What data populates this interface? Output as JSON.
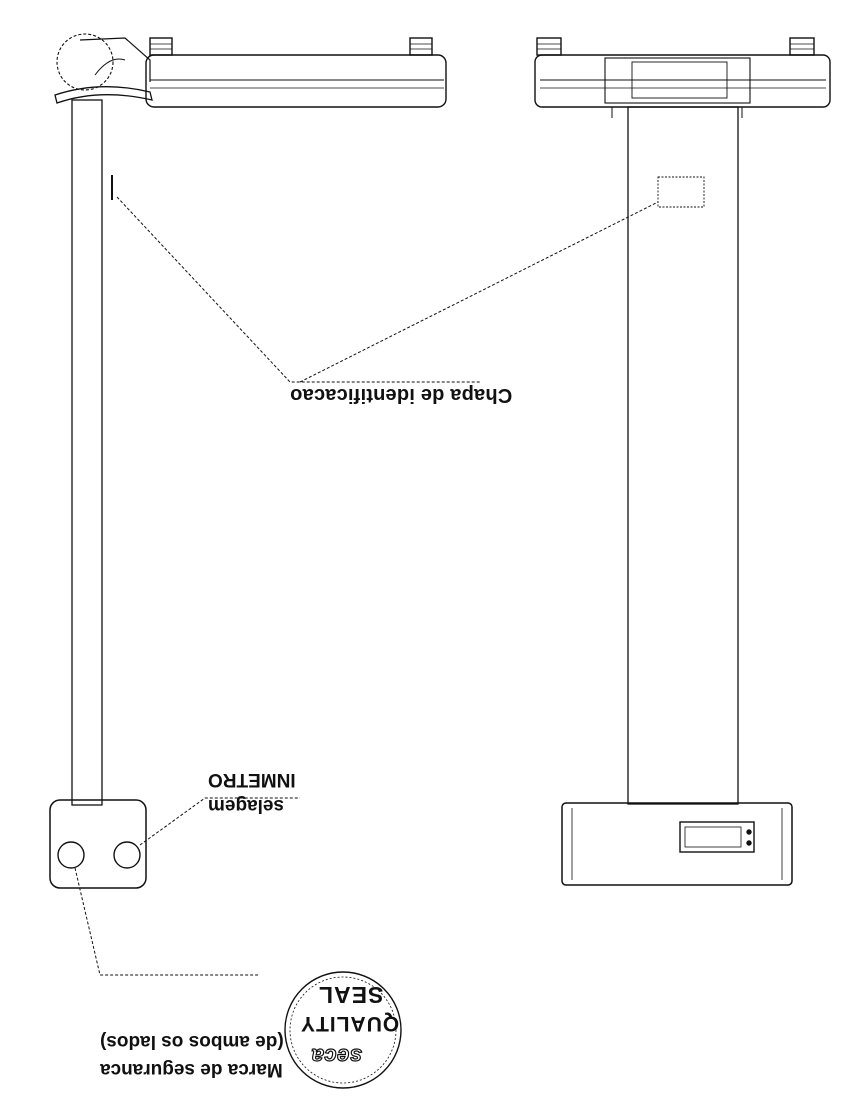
{
  "labels": {
    "identification_plate": "Chapa de identificacao",
    "inmetro": "INMETRO",
    "sealing": "selagem",
    "security_mark": "Marca de seguranca",
    "both_sides": "(de ambos os lados)"
  },
  "seal": {
    "word": "SEAL",
    "quality": "QUALITY",
    "brand": "seca"
  },
  "colors": {
    "line": "#111111",
    "background": "#ffffff"
  }
}
